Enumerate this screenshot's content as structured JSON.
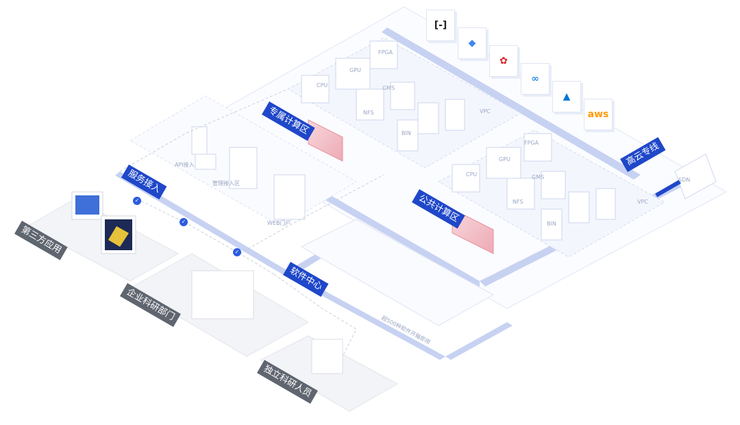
{
  "zones": {
    "dedicated_compute": "专属计算区",
    "public_compute": "公共计算区",
    "service_access": "服务接入",
    "software_center": "软件中心",
    "cloud_line": "高云专线",
    "third_party": "第三方应用",
    "enterprise": "企业科研部门",
    "independent": "独立科研人员"
  },
  "node_labels": {
    "fpga": "FPGA",
    "gpu": "GPU",
    "cpu": "CPU",
    "gms": "GMS",
    "nfs": "NFS",
    "bin": "BIN",
    "vpc": "VPC",
    "sdn": "SDN",
    "api_access": "API接入",
    "web_portal": "WEB门户",
    "access_zone": "管理接入区"
  },
  "cloud_providers": [
    {
      "name": "aliyun-icon",
      "glyph": "[-]",
      "color": "#222222"
    },
    {
      "name": "google-cloud-icon",
      "glyph": "◆",
      "color": "#4285f4"
    },
    {
      "name": "huawei-icon",
      "glyph": "✿",
      "color": "#d9232d"
    },
    {
      "name": "tencent-cloud-icon",
      "glyph": "∞",
      "color": "#2f8ee8"
    },
    {
      "name": "azure-icon",
      "glyph": "▲",
      "color": "#0078d4"
    },
    {
      "name": "aws-icon",
      "glyph": "aws",
      "color": "#ff9900"
    }
  ],
  "software_caption": "超500种软件开箱即用",
  "colors": {
    "accent": "#1f47c9",
    "band": "#c7d2f2",
    "firewall": "#f2c6cc"
  }
}
